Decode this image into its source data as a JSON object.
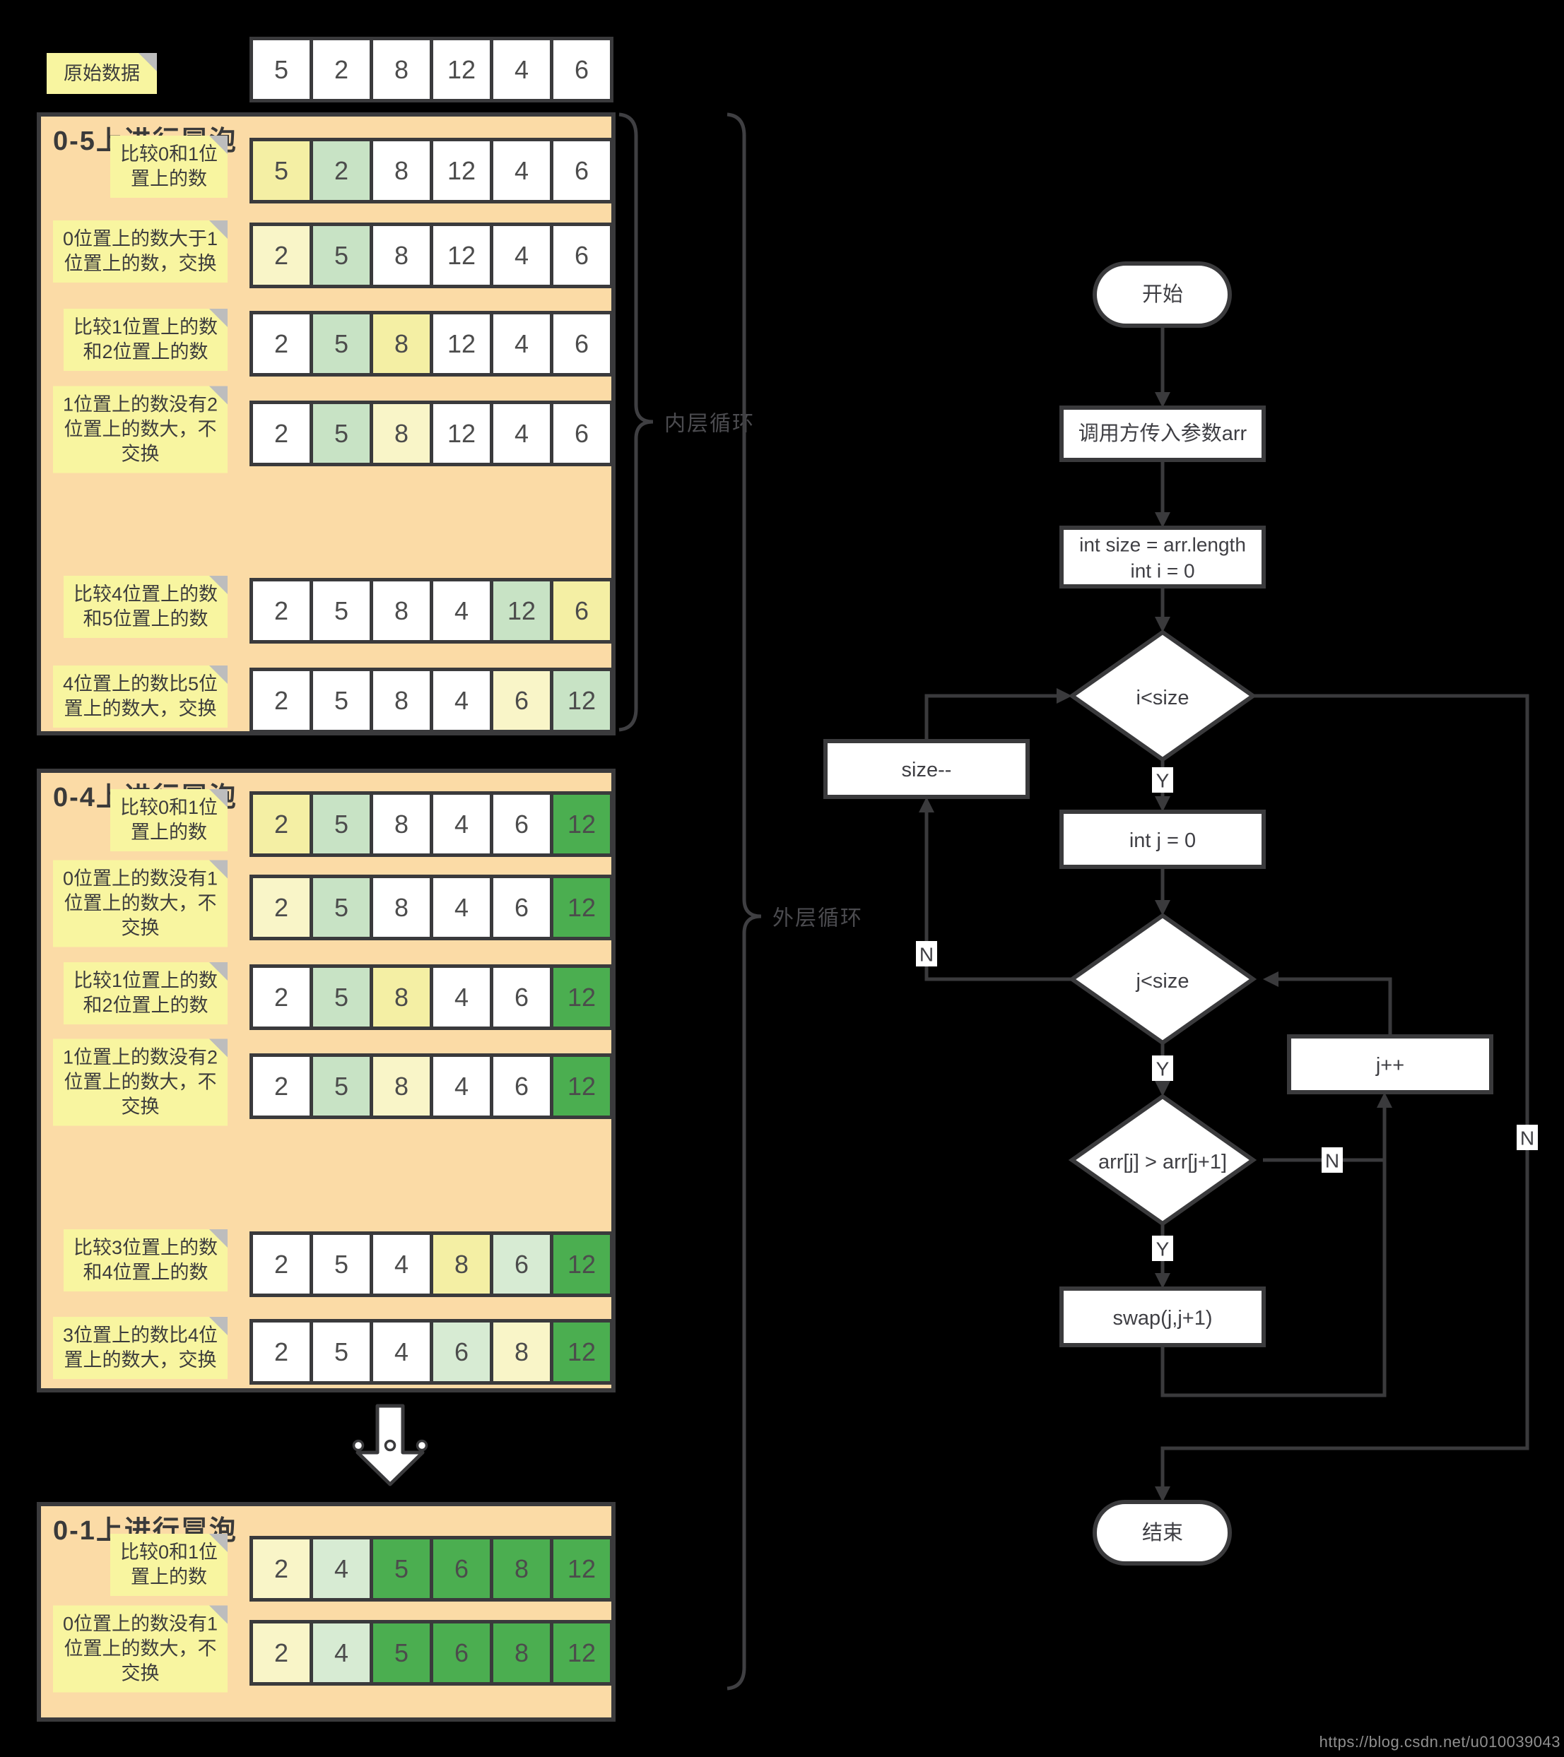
{
  "palette": {
    "background": "#000000",
    "panel_bg": "#FBDBA6",
    "panel_border": "#3A3A3C",
    "note_bg": "#F8F5A0",
    "note_fold": "#BDBDBD",
    "line": "#3A3A3C",
    "white": "#FFFFFF",
    "yellow": "#F4EFA4",
    "pale_yellow": "#F9F5C8",
    "green": "#C8E3C5",
    "pale_green": "#D7EBD3",
    "dark_green": "#4BAE50"
  },
  "icons": {
    "omitted_steps_arrow": "white block arrow pointing down with three ellipsis dots",
    "note_fold": "gray folded sticky-note corner"
  },
  "original": {
    "label": "原始数据",
    "values": [
      5,
      2,
      8,
      12,
      4,
      6
    ]
  },
  "panels": [
    {
      "title": "0-5上进行冒泡",
      "rows": [
        {
          "note": "比较0和1位\n置上的数",
          "values": [
            5,
            2,
            8,
            12,
            4,
            6
          ],
          "colors": [
            "yellow",
            "green",
            "white",
            "white",
            "white",
            "white"
          ]
        },
        {
          "note": "0位置上的数大于1\n位置上的数，交换",
          "values": [
            2,
            5,
            8,
            12,
            4,
            6
          ],
          "colors": [
            "pale_yellow",
            "green",
            "white",
            "white",
            "white",
            "white"
          ]
        },
        {
          "note": "比较1位置上的数\n和2位置上的数",
          "values": [
            2,
            5,
            8,
            12,
            4,
            6
          ],
          "colors": [
            "white",
            "green",
            "yellow",
            "white",
            "white",
            "white"
          ]
        },
        {
          "note": "1位置上的数没有2\n位置上的数大，不\n交换",
          "values": [
            2,
            5,
            8,
            12,
            4,
            6
          ],
          "colors": [
            "white",
            "green",
            "pale_yellow",
            "white",
            "white",
            "white"
          ]
        },
        {
          "note": "比较4位置上的数\n和5位置上的数",
          "values": [
            2,
            5,
            8,
            4,
            12,
            6
          ],
          "colors": [
            "white",
            "white",
            "white",
            "white",
            "green",
            "yellow"
          ]
        },
        {
          "note": "4位置上的数比5位\n置上的数大，交换",
          "values": [
            2,
            5,
            8,
            4,
            6,
            12
          ],
          "colors": [
            "white",
            "white",
            "white",
            "white",
            "pale_yellow",
            "green"
          ]
        }
      ]
    },
    {
      "title": "0-4上进行冒泡",
      "rows": [
        {
          "note": "比较0和1位\n置上的数",
          "values": [
            2,
            5,
            8,
            4,
            6,
            12
          ],
          "colors": [
            "yellow",
            "green",
            "white",
            "white",
            "white",
            "dark_green"
          ]
        },
        {
          "note": "0位置上的数没有1\n位置上的数大，不\n交换",
          "values": [
            2,
            5,
            8,
            4,
            6,
            12
          ],
          "colors": [
            "pale_yellow",
            "green",
            "white",
            "white",
            "white",
            "dark_green"
          ]
        },
        {
          "note": "比较1位置上的数\n和2位置上的数",
          "values": [
            2,
            5,
            8,
            4,
            6,
            12
          ],
          "colors": [
            "white",
            "green",
            "yellow",
            "white",
            "white",
            "dark_green"
          ]
        },
        {
          "note": "1位置上的数没有2\n位置上的数大，不\n交换",
          "values": [
            2,
            5,
            8,
            4,
            6,
            12
          ],
          "colors": [
            "white",
            "green",
            "pale_yellow",
            "white",
            "white",
            "dark_green"
          ]
        },
        {
          "note": "比较3位置上的数\n和4位置上的数",
          "values": [
            2,
            5,
            4,
            8,
            6,
            12
          ],
          "colors": [
            "white",
            "white",
            "white",
            "yellow",
            "pale_green",
            "dark_green"
          ]
        },
        {
          "note": "3位置上的数比4位\n置上的数大，交换",
          "values": [
            2,
            5,
            4,
            6,
            8,
            12
          ],
          "colors": [
            "white",
            "white",
            "white",
            "pale_green",
            "pale_yellow",
            "dark_green"
          ]
        }
      ]
    },
    {
      "title": "0-1上进行冒泡",
      "rows": [
        {
          "note": "比较0和1位\n置上的数",
          "values": [
            2,
            4,
            5,
            6,
            8,
            12
          ],
          "colors": [
            "pale_yellow",
            "pale_green",
            "dark_green",
            "dark_green",
            "dark_green",
            "dark_green"
          ]
        },
        {
          "note": "0位置上的数没有1\n位置上的数大，不\n交换",
          "values": [
            2,
            4,
            5,
            6,
            8,
            12
          ],
          "colors": [
            "pale_yellow",
            "pale_green",
            "dark_green",
            "dark_green",
            "dark_green",
            "dark_green"
          ]
        }
      ]
    }
  ],
  "brackets": {
    "inner": "内层循环",
    "outer": "外层循环"
  },
  "flowchart": {
    "start": "开始",
    "input": "调用方传入参数arr",
    "init_line1": "int size = arr.length",
    "init_line2": "int i = 0",
    "cond_i": "i<size",
    "size_dec": "size--",
    "init_j": "int j = 0",
    "cond_j": "j<size",
    "j_inc": "j++",
    "cond_swap": "arr[j] > arr[j+1]",
    "swap": "swap(j,j+1)",
    "end": "结束",
    "yes": "Y",
    "no": "N"
  },
  "watermark": "https://blog.csdn.net/u010039043"
}
